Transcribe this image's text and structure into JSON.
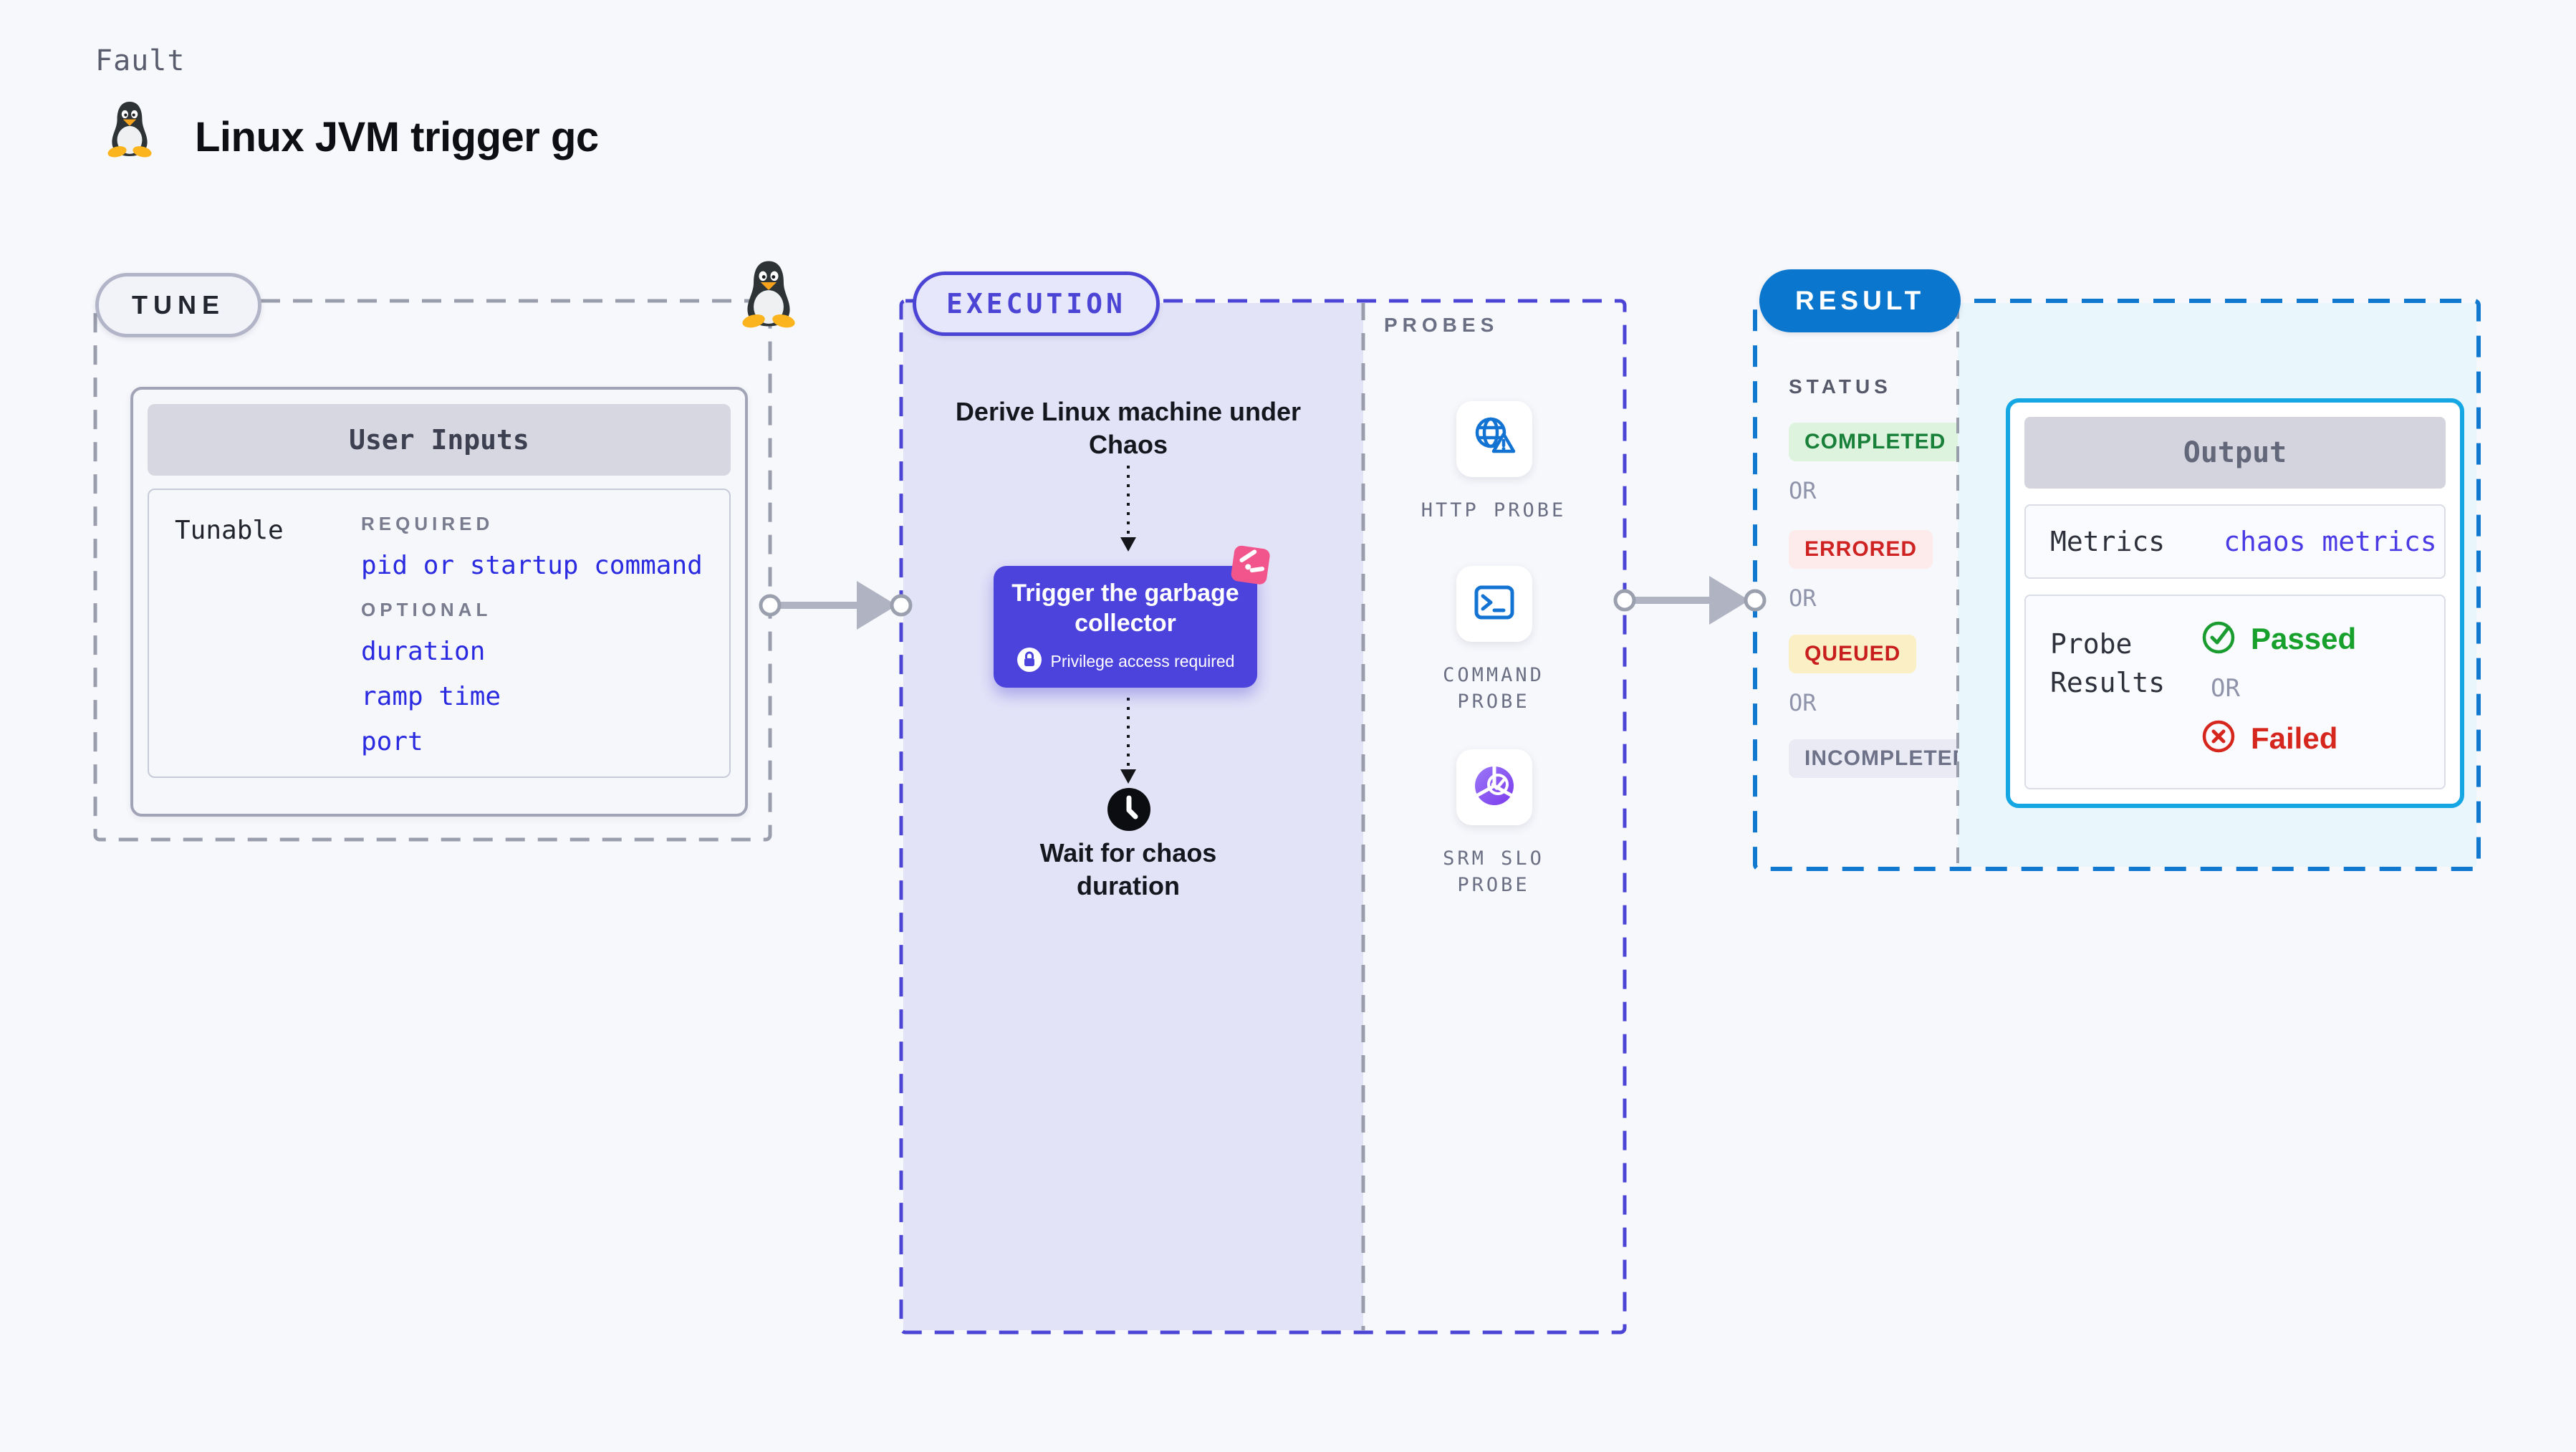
{
  "header": {
    "kicker": "Fault",
    "title": "Linux JVM trigger gc",
    "title_icon": "tux-penguin-icon"
  },
  "tune": {
    "pill": "TUNE",
    "corner_icon": "tux-penguin-icon",
    "card": {
      "title": "User Inputs",
      "row_label": "Tunable",
      "required_label": "REQUIRED",
      "required_items": [
        "pid or startup command"
      ],
      "optional_label": "OPTIONAL",
      "optional_items": [
        "duration",
        "ramp time",
        "port"
      ]
    }
  },
  "execution": {
    "pill": "EXECUTION",
    "derive_step": "Derive Linux machine under Chaos",
    "action": {
      "title": "Trigger the garbage collector",
      "badge": "Privilege access required",
      "badge_icon": "lock-icon",
      "corner_icon": "chaos-icon"
    },
    "wait_step": "Wait for chaos duration",
    "wait_icon": "clock-icon",
    "probes": {
      "heading": "PROBES",
      "items": [
        {
          "label": "HTTP PROBE",
          "icon": "globe-alert-icon"
        },
        {
          "label": "COMMAND PROBE",
          "icon": "terminal-icon"
        },
        {
          "label": "SRM SLO PROBE",
          "icon": "slo-donut-icon"
        }
      ]
    }
  },
  "result": {
    "pill": "RESULT",
    "status": {
      "heading": "STATUS",
      "sequence": [
        "COMPLETED",
        "OR",
        "ERRORED",
        "OR",
        "QUEUED",
        "OR",
        "INCOMPLETED"
      ]
    },
    "output": {
      "title": "Output",
      "metrics_label": "Metrics",
      "metrics_value": "chaos metrics",
      "probe_results_label": "Probe Results",
      "passed_label": "Passed",
      "or_label": "OR",
      "failed_label": "Failed",
      "passed_icon": "check-circle-icon",
      "failed_icon": "x-circle-icon"
    }
  },
  "colors": {
    "page_bg": "#f7f8fc",
    "lavender_panel": "#e3e3f8",
    "lightblue_panel": "#e9f6fc",
    "indigo_accent": "#4b44d4",
    "trigger_box": "#4c43dd",
    "result_blue": "#0b76cd",
    "result_dash_blue": "#1178d0",
    "output_border_cyan": "#14a7e4",
    "gray_dash": "#9a9dac",
    "arrow_gray": "#b0b3c1",
    "link_blue": "#2a2ae0",
    "probe_icon_blue": "#1273d3",
    "srm_purple": "#8b5cf6",
    "chaos_pink": "#f2548c",
    "green": "#188038",
    "green_bg": "#ddf3de",
    "red": "#cf2323",
    "red_bg": "#fdeaea",
    "queued_bg": "#faefc5",
    "incompleted_text": "#6e7288",
    "incompleted_bg": "#e9eaf4"
  }
}
